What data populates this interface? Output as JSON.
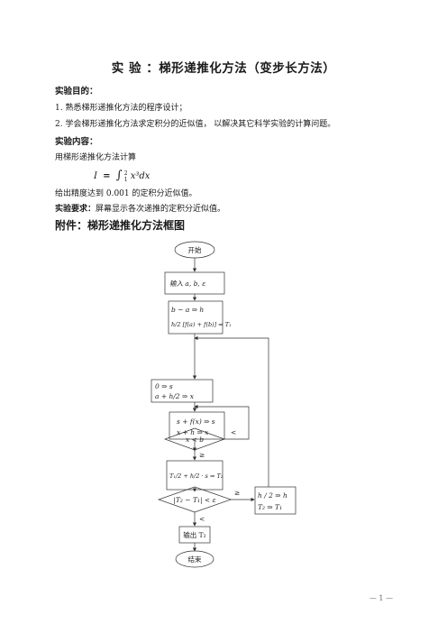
{
  "title": "实 验 ：梯形递推化方法（变步长方法）",
  "purpose": {
    "heading": "实验目的：",
    "items": [
      "1. 熟悉梯形递推化方法的程序设计；",
      "2. 学会梯形递推化方法求定积分的近似值，  以解决其它科学实验的计算问题。"
    ]
  },
  "content": {
    "heading": "实验内容：",
    "intro": "用梯形递推化方法计算",
    "formula": {
      "lhs": "I",
      "eq": "=",
      "upper": "2",
      "lower": "1",
      "integrand": "x³dx"
    },
    "precision": "给出精度达到 0.001 的定积分近似值。",
    "requirement_label": "实验要求：",
    "requirement_text": "屏幕显示各次递推的定积分近似值。"
  },
  "attachment": "附件：梯形递推化方法框图",
  "flowchart": {
    "start": "开始",
    "input": "输入 a, b, ε",
    "init_1": "b − a ⇒ h",
    "init_2": "h/2 [f(a) + f(b)] ⇒ T₁",
    "loop_init_1": "0 ⇒ s",
    "loop_init_2": "a + h/2 ⇒ x",
    "accum_1": "s + f(x) ⇒ s",
    "accum_2": "x + h ⇒ x",
    "cond_1": "x < b",
    "cond_1_yes": "<",
    "cond_1_no": "≥",
    "update_1": "T₁/2 + h/2 · s ⇒ T₂",
    "cond_2": "|T₂ − T₁| < ε",
    "cond_2_no": "≥",
    "cond_2_yes": "<",
    "halve_1": "h / 2 ⇒ h",
    "halve_2": "T₂ ⇒ T₁",
    "output": "输出 T₂",
    "end": "结束"
  },
  "page_number": "— 1 —"
}
